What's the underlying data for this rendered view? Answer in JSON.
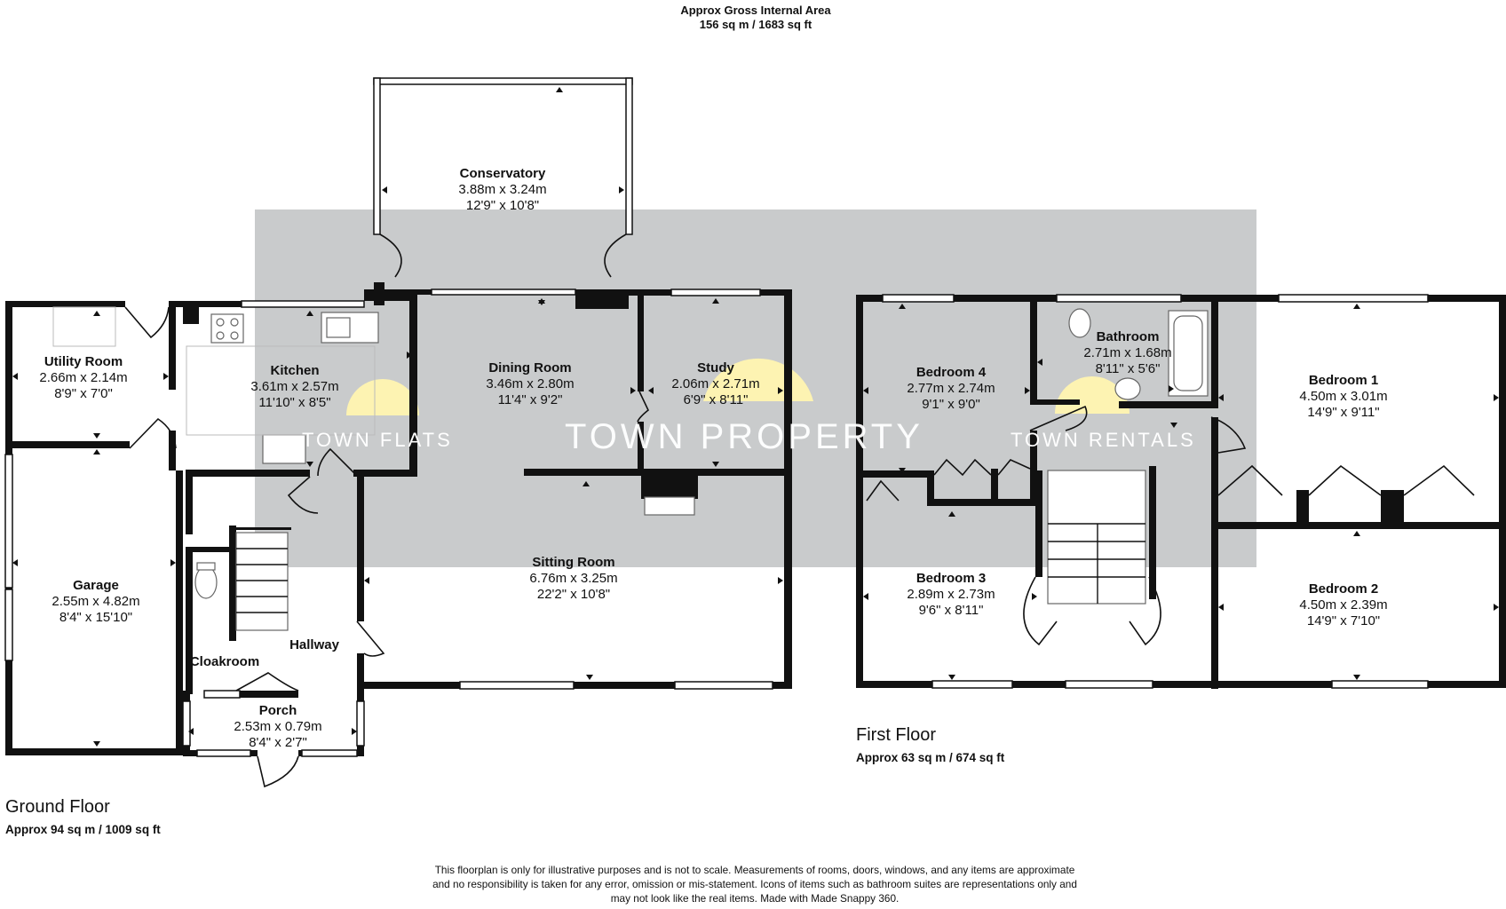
{
  "header": {
    "title": "Approx Gross Internal Area",
    "area": "156 sq m / 1683 sq ft"
  },
  "watermarks": {
    "center": "TOWN PROPERTY",
    "left": "TOWN FLATS",
    "right": "TOWN RENTALS"
  },
  "colors": {
    "watermark_band": "#c9cbcc",
    "logo_yellow": "#fdf3b2",
    "walls": "#111111"
  },
  "ground_floor": {
    "name": "Ground Floor",
    "area": "Approx 94 sq m / 1009 sq ft",
    "rooms": {
      "conservatory": {
        "name": "Conservatory",
        "metric": "3.88m x 3.24m",
        "imperial": "12'9\" x 10'8\""
      },
      "utility": {
        "name": "Utility Room",
        "metric": "2.66m x 2.14m",
        "imperial": "8'9\" x 7'0\""
      },
      "kitchen": {
        "name": "Kitchen",
        "metric": "3.61m x 2.57m",
        "imperial": "11'10\" x 8'5\""
      },
      "dining": {
        "name": "Dining Room",
        "metric": "3.46m x 2.80m",
        "imperial": "11'4\" x 9'2\""
      },
      "study": {
        "name": "Study",
        "metric": "2.06m x 2.71m",
        "imperial": "6'9\" x 8'11\""
      },
      "garage": {
        "name": "Garage",
        "metric": "2.55m x 4.82m",
        "imperial": "8'4\" x 15'10\""
      },
      "sitting": {
        "name": "Sitting Room",
        "metric": "6.76m x 3.25m",
        "imperial": "22'2\" x 10'8\""
      },
      "hallway": {
        "name": "Hallway"
      },
      "cloakroom": {
        "name": "Cloakroom"
      },
      "porch": {
        "name": "Porch",
        "metric": "2.53m x 0.79m",
        "imperial": "8'4\" x 2'7\""
      }
    }
  },
  "first_floor": {
    "name": "First Floor",
    "area": "Approx 63 sq m / 674 sq ft",
    "rooms": {
      "bedroom4": {
        "name": "Bedroom 4",
        "metric": "2.77m x 2.74m",
        "imperial": "9'1\" x 9'0\""
      },
      "bathroom": {
        "name": "Bathroom",
        "metric": "2.71m x 1.68m",
        "imperial": "8'11\" x 5'6\""
      },
      "bedroom1": {
        "name": "Bedroom 1",
        "metric": "4.50m x 3.01m",
        "imperial": "14'9\" x 9'11\""
      },
      "bedroom3": {
        "name": "Bedroom 3",
        "metric": "2.89m x 2.73m",
        "imperial": "9'6\" x 8'11\""
      },
      "bedroom2": {
        "name": "Bedroom 2",
        "metric": "4.50m x 2.39m",
        "imperial": "14'9\" x 7'10\""
      }
    }
  },
  "disclaimer": {
    "line1": "This floorplan is only for illustrative purposes and is not to scale. Measurements of rooms, doors, windows, and any items are approximate",
    "line2": "and no responsibility is taken for any error, omission or mis-statement. Icons of items such as bathroom suites are representations only and",
    "line3": "may not look like the real items. Made with Made Snappy 360."
  }
}
